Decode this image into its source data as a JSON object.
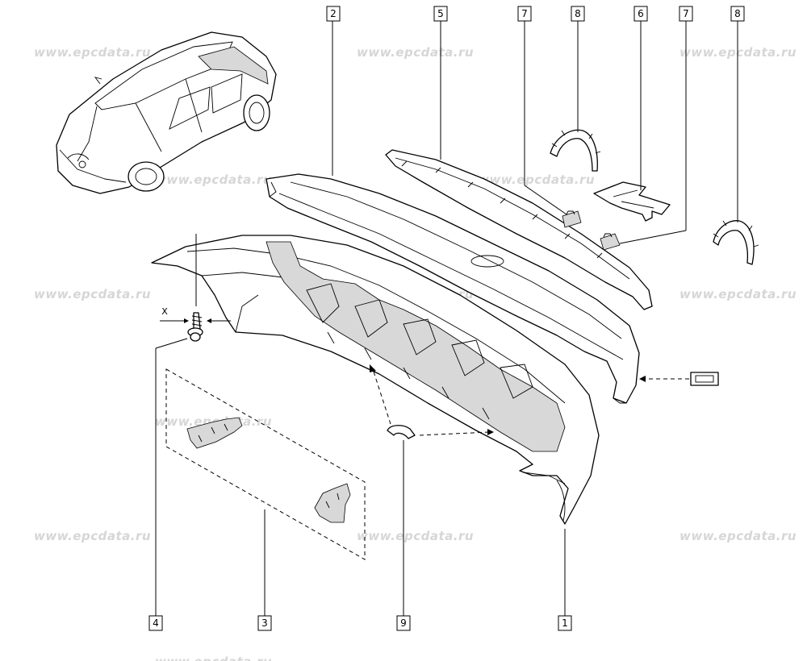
{
  "watermark": "www.epcdata.ru",
  "callouts": {
    "c1": "1",
    "c2": "2",
    "c3": "3",
    "c4": "4",
    "c5": "5",
    "c6": "6",
    "c7a": "7",
    "c7b": "7",
    "c8a": "8",
    "c8b": "8",
    "c9": "9"
  },
  "dimension_label": "X",
  "colors": {
    "line": "#000000",
    "watermark": "#d6d6d6",
    "background": "#ffffff"
  }
}
